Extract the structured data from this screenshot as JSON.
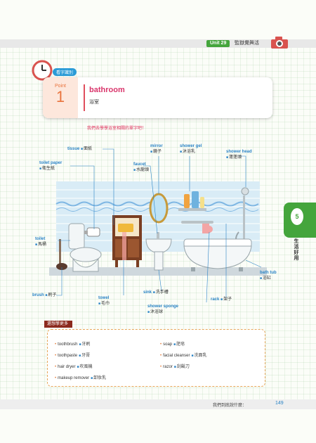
{
  "header": {
    "unit": "Unit 29",
    "title": "監獄覺興活"
  },
  "tag": "看字識別",
  "point": {
    "word": "Point",
    "number": "1",
    "en": "bathroom",
    "zh": "浴室"
  },
  "intro": "我們去學學浴室相關的單字吧！",
  "labels": {
    "tissue": {
      "en": "tissue",
      "zh": "面紙"
    },
    "toilet_paper": {
      "en": "toilet paper",
      "zh": "衛生紙"
    },
    "mirror": {
      "en": "mirror",
      "zh": "鏡子"
    },
    "faucet": {
      "en": "faucet",
      "zh": "水龍頭"
    },
    "shower_gel": {
      "en": "shower gel",
      "zh": "沐浴乳"
    },
    "shower_head": {
      "en": "shower head",
      "zh": "蓮蓬頭"
    },
    "toilet": {
      "en": "toilet",
      "zh": "馬桶"
    },
    "bath_tub": {
      "en": "bath tub",
      "zh": "浴缸"
    },
    "brush": {
      "en": "brush",
      "zh": "刷子"
    },
    "towel": {
      "en": "towel",
      "zh": "毛巾"
    },
    "sink": {
      "en": "sink",
      "zh": "洗手槽"
    },
    "rack": {
      "en": "rack",
      "zh": "架子"
    },
    "shower_sponge": {
      "en": "shower sponge",
      "zh": "沐浴球"
    }
  },
  "side": {
    "number": "5",
    "caption": "生活好用"
  },
  "more": {
    "badge": "還想學更多",
    "items": [
      {
        "en": "toothbrush",
        "zh": "牙刷"
      },
      {
        "en": "soap",
        "zh": "肥皂"
      },
      {
        "en": "toothpaste",
        "zh": "牙膏"
      },
      {
        "en": "facial cleanser",
        "zh": "洗面乳"
      },
      {
        "en": "hair dryer",
        "zh": "吹風機"
      },
      {
        "en": "razor",
        "zh": "刮鬍刀"
      },
      {
        "en": "makeup remover",
        "zh": "卸妝乳"
      }
    ]
  },
  "footer": {
    "text": "我們到底說什麼：",
    "page": "149"
  }
}
